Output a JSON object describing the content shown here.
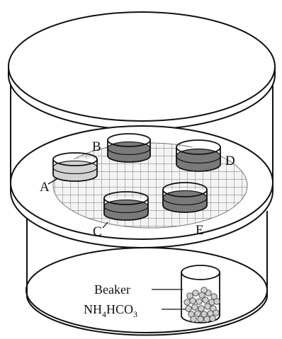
{
  "dishes": [
    {
      "id": "A",
      "label": "A",
      "liquid_color": "#d2d2d2"
    },
    {
      "id": "B",
      "label": "B",
      "liquid_color": "#7a7a7a"
    },
    {
      "id": "C",
      "label": "C",
      "liquid_color": "#7a7a7a"
    },
    {
      "id": "D",
      "label": "D",
      "liquid_color": "#7a7a7a"
    },
    {
      "id": "E",
      "label": "E",
      "liquid_color": "#7a7a7a"
    }
  ],
  "labels": {
    "beaker": "Beaker",
    "compound_nh": "NH",
    "compound_sub4": "4",
    "compound_hco": "HCO",
    "compound_sub3": "3"
  },
  "colors": {
    "line": "#111111",
    "mesh": "#777777",
    "mesh_fill": "#f2f2f2",
    "pellet": "#cfcfcf"
  }
}
